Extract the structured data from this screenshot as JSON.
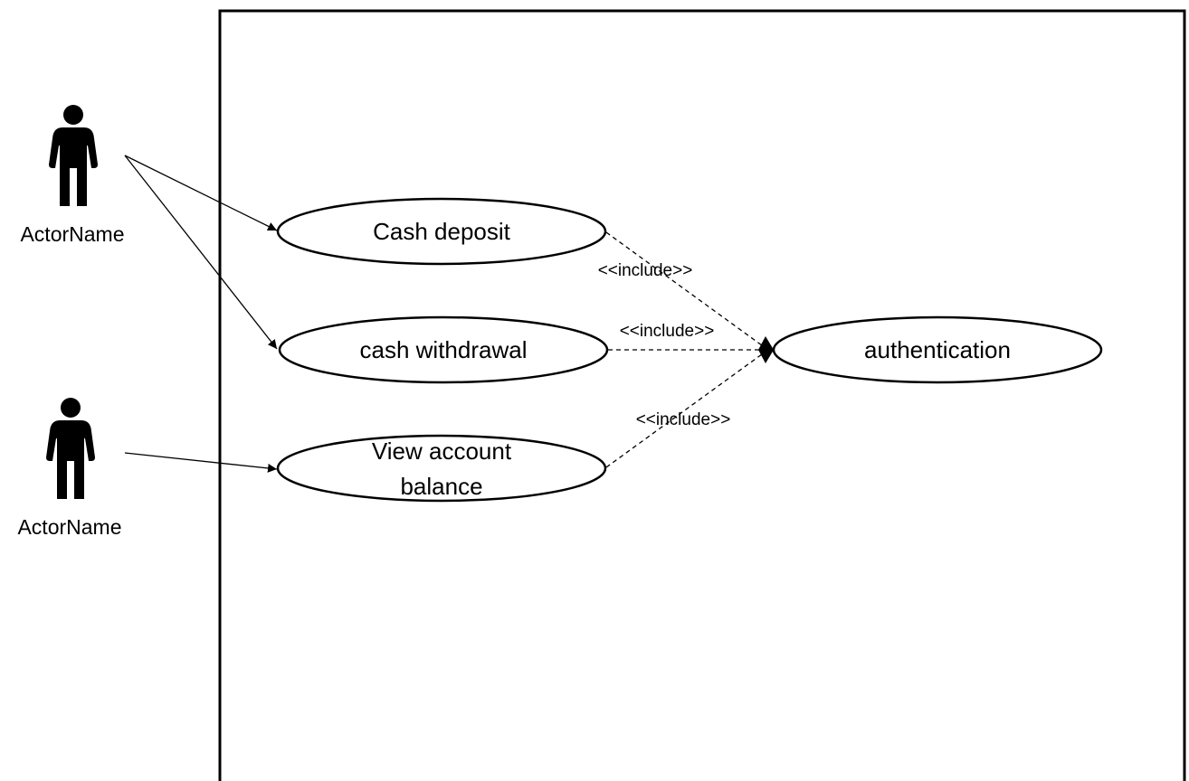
{
  "actors": [
    {
      "label": "ActorName"
    },
    {
      "label": "ActorName"
    }
  ],
  "use_cases": {
    "cash_deposit": "Cash deposit",
    "cash_withdrawal": "cash withdrawal",
    "view_balance_line1": "View account",
    "view_balance_line2": "balance",
    "authentication": "authentication"
  },
  "relationships": {
    "include_1": "<<include>>",
    "include_2": "<<include>>",
    "include_3": "<<include>>"
  }
}
